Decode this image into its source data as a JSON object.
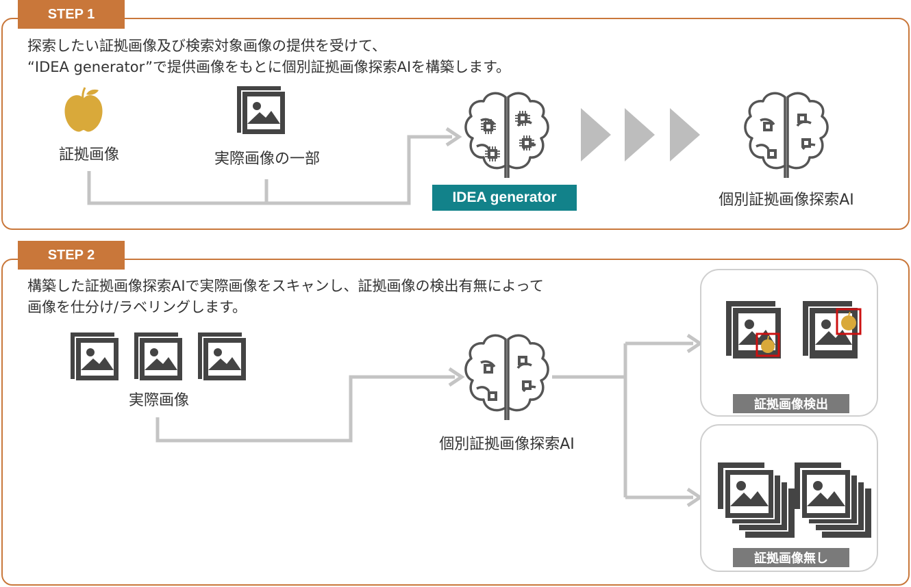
{
  "step1": {
    "tab": "STEP 1",
    "description": [
      "探索したい証拠画像及び検索対象画像の提供を受けて、",
      "“IDEA generator”で提供画像をもとに個別証拠画像探索AIを構築します。"
    ],
    "evidence_label": "証拠画像",
    "partial_label": "実際画像の一部",
    "generator_label": "IDEA generator",
    "ai_label": "個別証拠画像探索AI"
  },
  "step2": {
    "tab": "STEP 2",
    "description": [
      "構築した証拠画像探索AIで実際画像をスキャンし、証拠画像の検出有無によって",
      "画像を仕分け/ラベリングします。"
    ],
    "actual_label": "実際画像",
    "ai_label": "個別証拠画像探索AI",
    "detected_label": "証拠画像検出",
    "none_label": "証拠画像無し"
  },
  "colors": {
    "accent_orange": "#c9773a",
    "teal": "#12828a",
    "icon_dark": "#444444",
    "apple_gold": "#d9a93a",
    "highlight_red": "#cc1111",
    "arrow_gray": "#c0c0c0"
  },
  "icons": [
    "apple-icon",
    "image-stack-icon",
    "brain-chip-icon",
    "chevron-right-icon"
  ]
}
